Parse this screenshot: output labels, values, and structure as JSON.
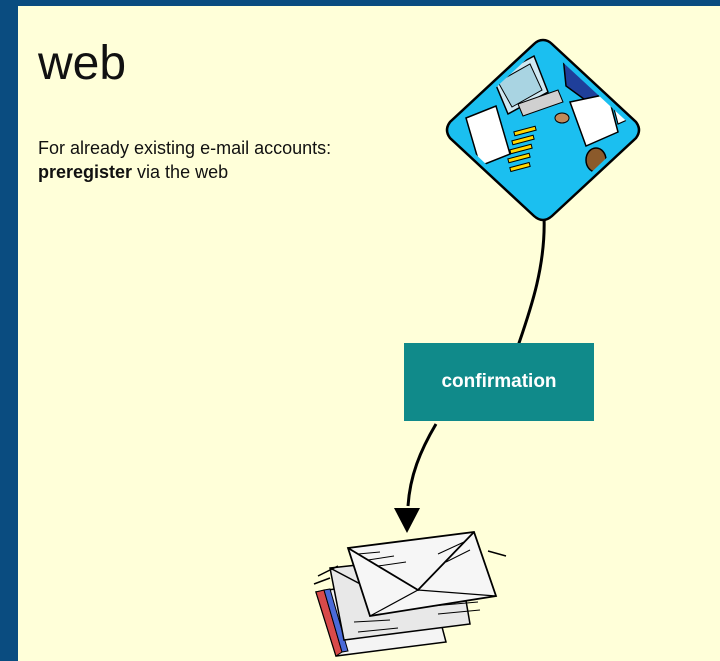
{
  "slide": {
    "title": "web",
    "text_before": "For already existing e-mail accounts: ",
    "text_bold": "preregister",
    "text_after": " via the web"
  },
  "diagram": {
    "label": "confirmation",
    "top_icon": "person-at-computer-clipart",
    "bottom_icon": "envelopes-mail-clipart"
  },
  "colors": {
    "frame": "#0a4c80",
    "background": "#ffffd9",
    "label_box": "#108a8a",
    "diamond": "#1bbff0"
  }
}
